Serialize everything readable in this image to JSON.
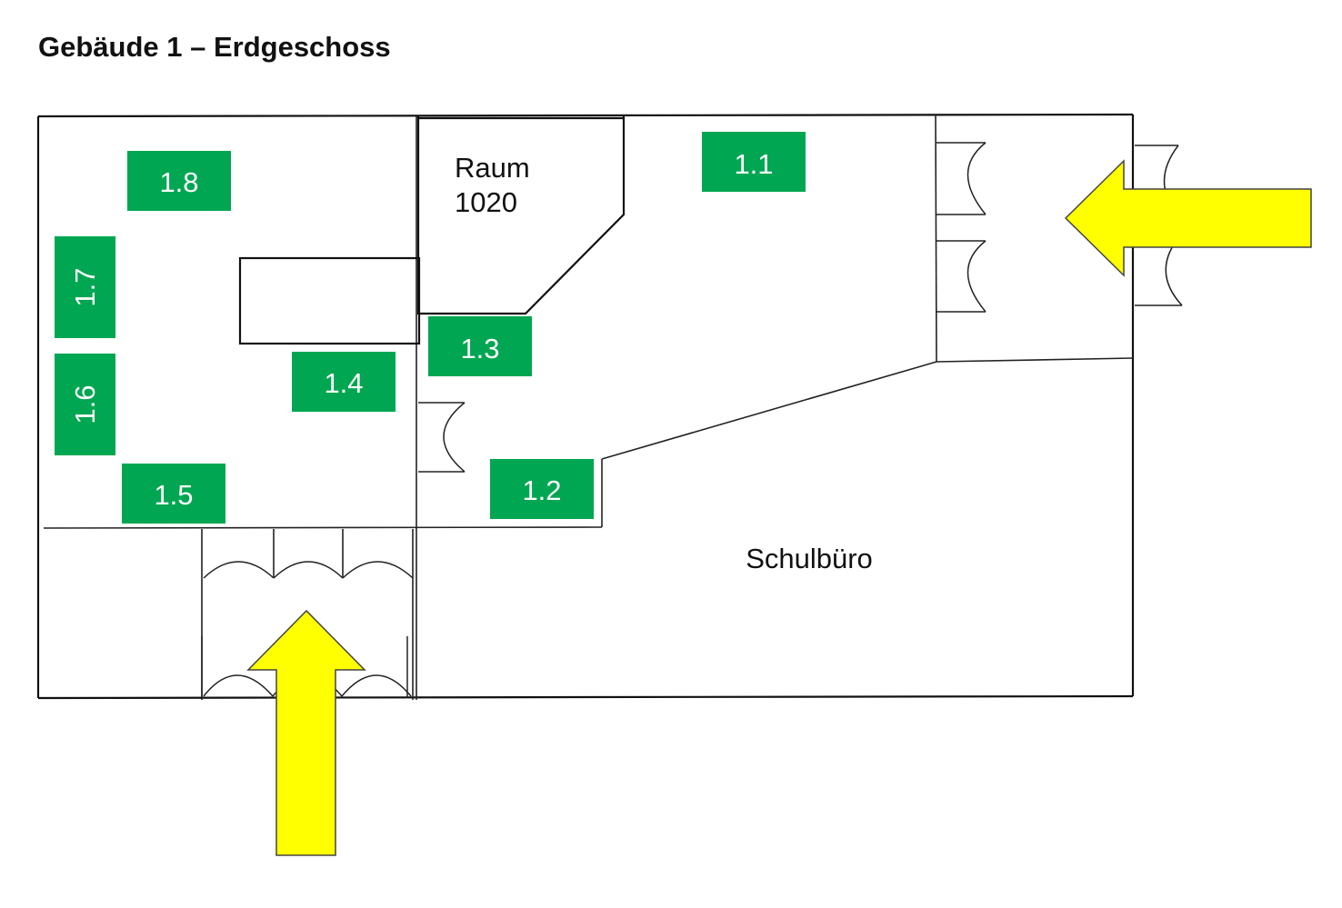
{
  "title": "Gebäude 1 – Erdgeschoss",
  "rooms": {
    "raum_label_line1": "Raum",
    "raum_label_line2": "1020",
    "office_label": "Schulbüro"
  },
  "stations": [
    {
      "id": "1.1",
      "label": "1.1"
    },
    {
      "id": "1.2",
      "label": "1.2"
    },
    {
      "id": "1.3",
      "label": "1.3"
    },
    {
      "id": "1.4",
      "label": "1.4"
    },
    {
      "id": "1.5",
      "label": "1.5"
    },
    {
      "id": "1.6",
      "label": "1.6"
    },
    {
      "id": "1.7",
      "label": "1.7"
    },
    {
      "id": "1.8",
      "label": "1.8"
    }
  ],
  "colors": {
    "station_fill": "#00a651",
    "station_text": "#ffffff",
    "arrow_fill": "#ffff00",
    "wall": "#111111"
  },
  "icons": {
    "entrance": "entrance-arrow-icon",
    "door": "door-swing-icon"
  }
}
